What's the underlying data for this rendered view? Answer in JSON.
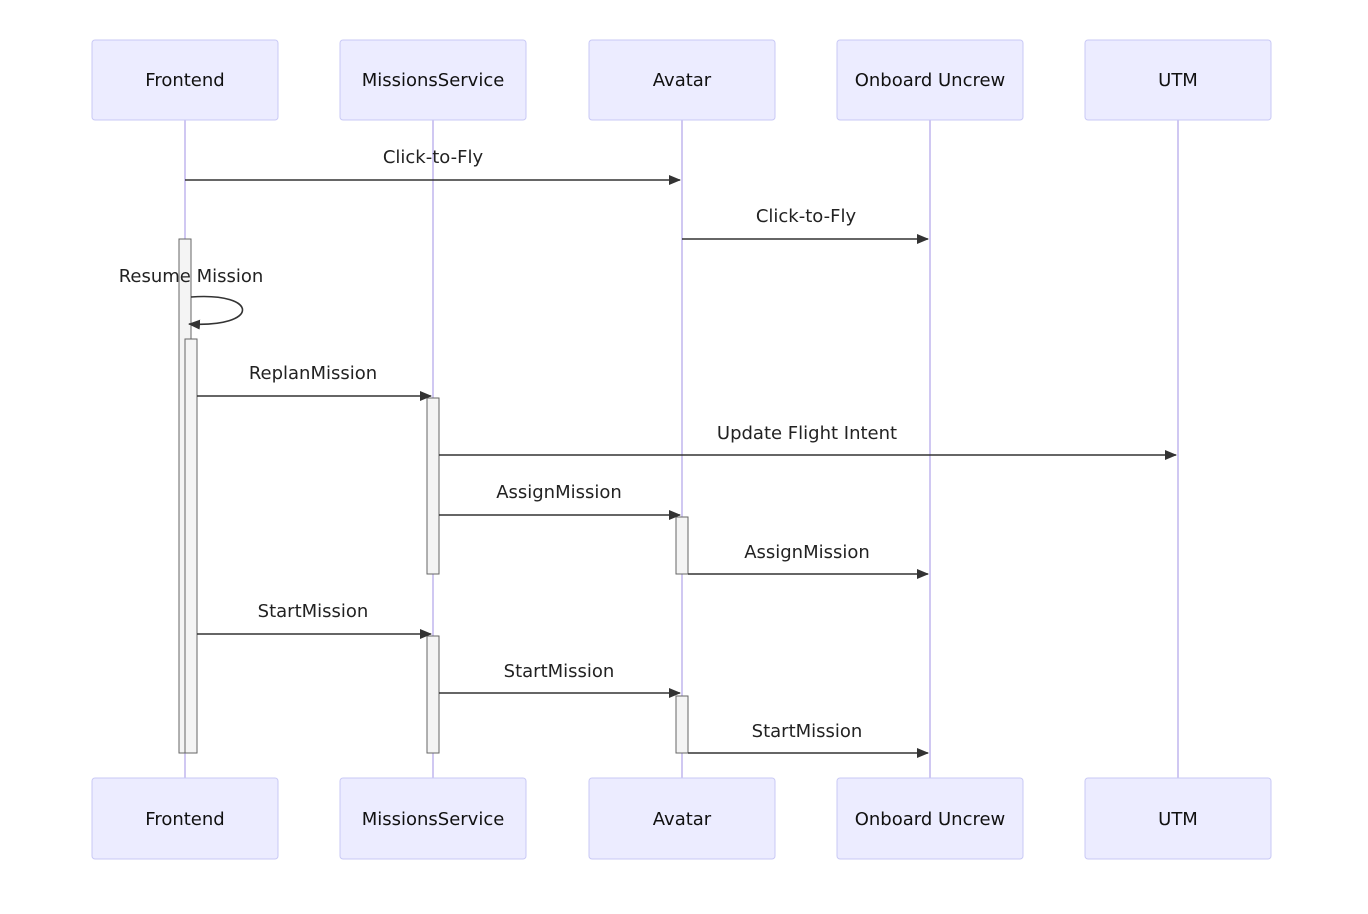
{
  "participants": [
    {
      "id": "frontend",
      "label": "Frontend"
    },
    {
      "id": "missions",
      "label": "MissionsService"
    },
    {
      "id": "avatar",
      "label": "Avatar"
    },
    {
      "id": "onboard",
      "label": "Onboard Uncrew"
    },
    {
      "id": "utm",
      "label": "UTM"
    }
  ],
  "messages": [
    {
      "from": "frontend",
      "to": "avatar",
      "label": "Click-to-Fly"
    },
    {
      "from": "avatar",
      "to": "onboard",
      "label": "Click-to-Fly"
    },
    {
      "from": "frontend",
      "to": "frontend",
      "label": "Resume Mission"
    },
    {
      "from": "frontend",
      "to": "missions",
      "label": "ReplanMission"
    },
    {
      "from": "missions",
      "to": "utm",
      "label": "Update Flight Intent"
    },
    {
      "from": "missions",
      "to": "avatar",
      "label": "AssignMission"
    },
    {
      "from": "avatar",
      "to": "onboard",
      "label": "AssignMission"
    },
    {
      "from": "frontend",
      "to": "missions",
      "label": "StartMission"
    },
    {
      "from": "missions",
      "to": "avatar",
      "label": "StartMission"
    },
    {
      "from": "avatar",
      "to": "onboard",
      "label": "StartMission"
    }
  ],
  "colors": {
    "actor_fill": "#ECECFF",
    "actor_stroke": "#C9C9F5",
    "lifeline": "#D0C8F2",
    "activation_fill": "#F4F4F4",
    "arrow": "#333333"
  }
}
